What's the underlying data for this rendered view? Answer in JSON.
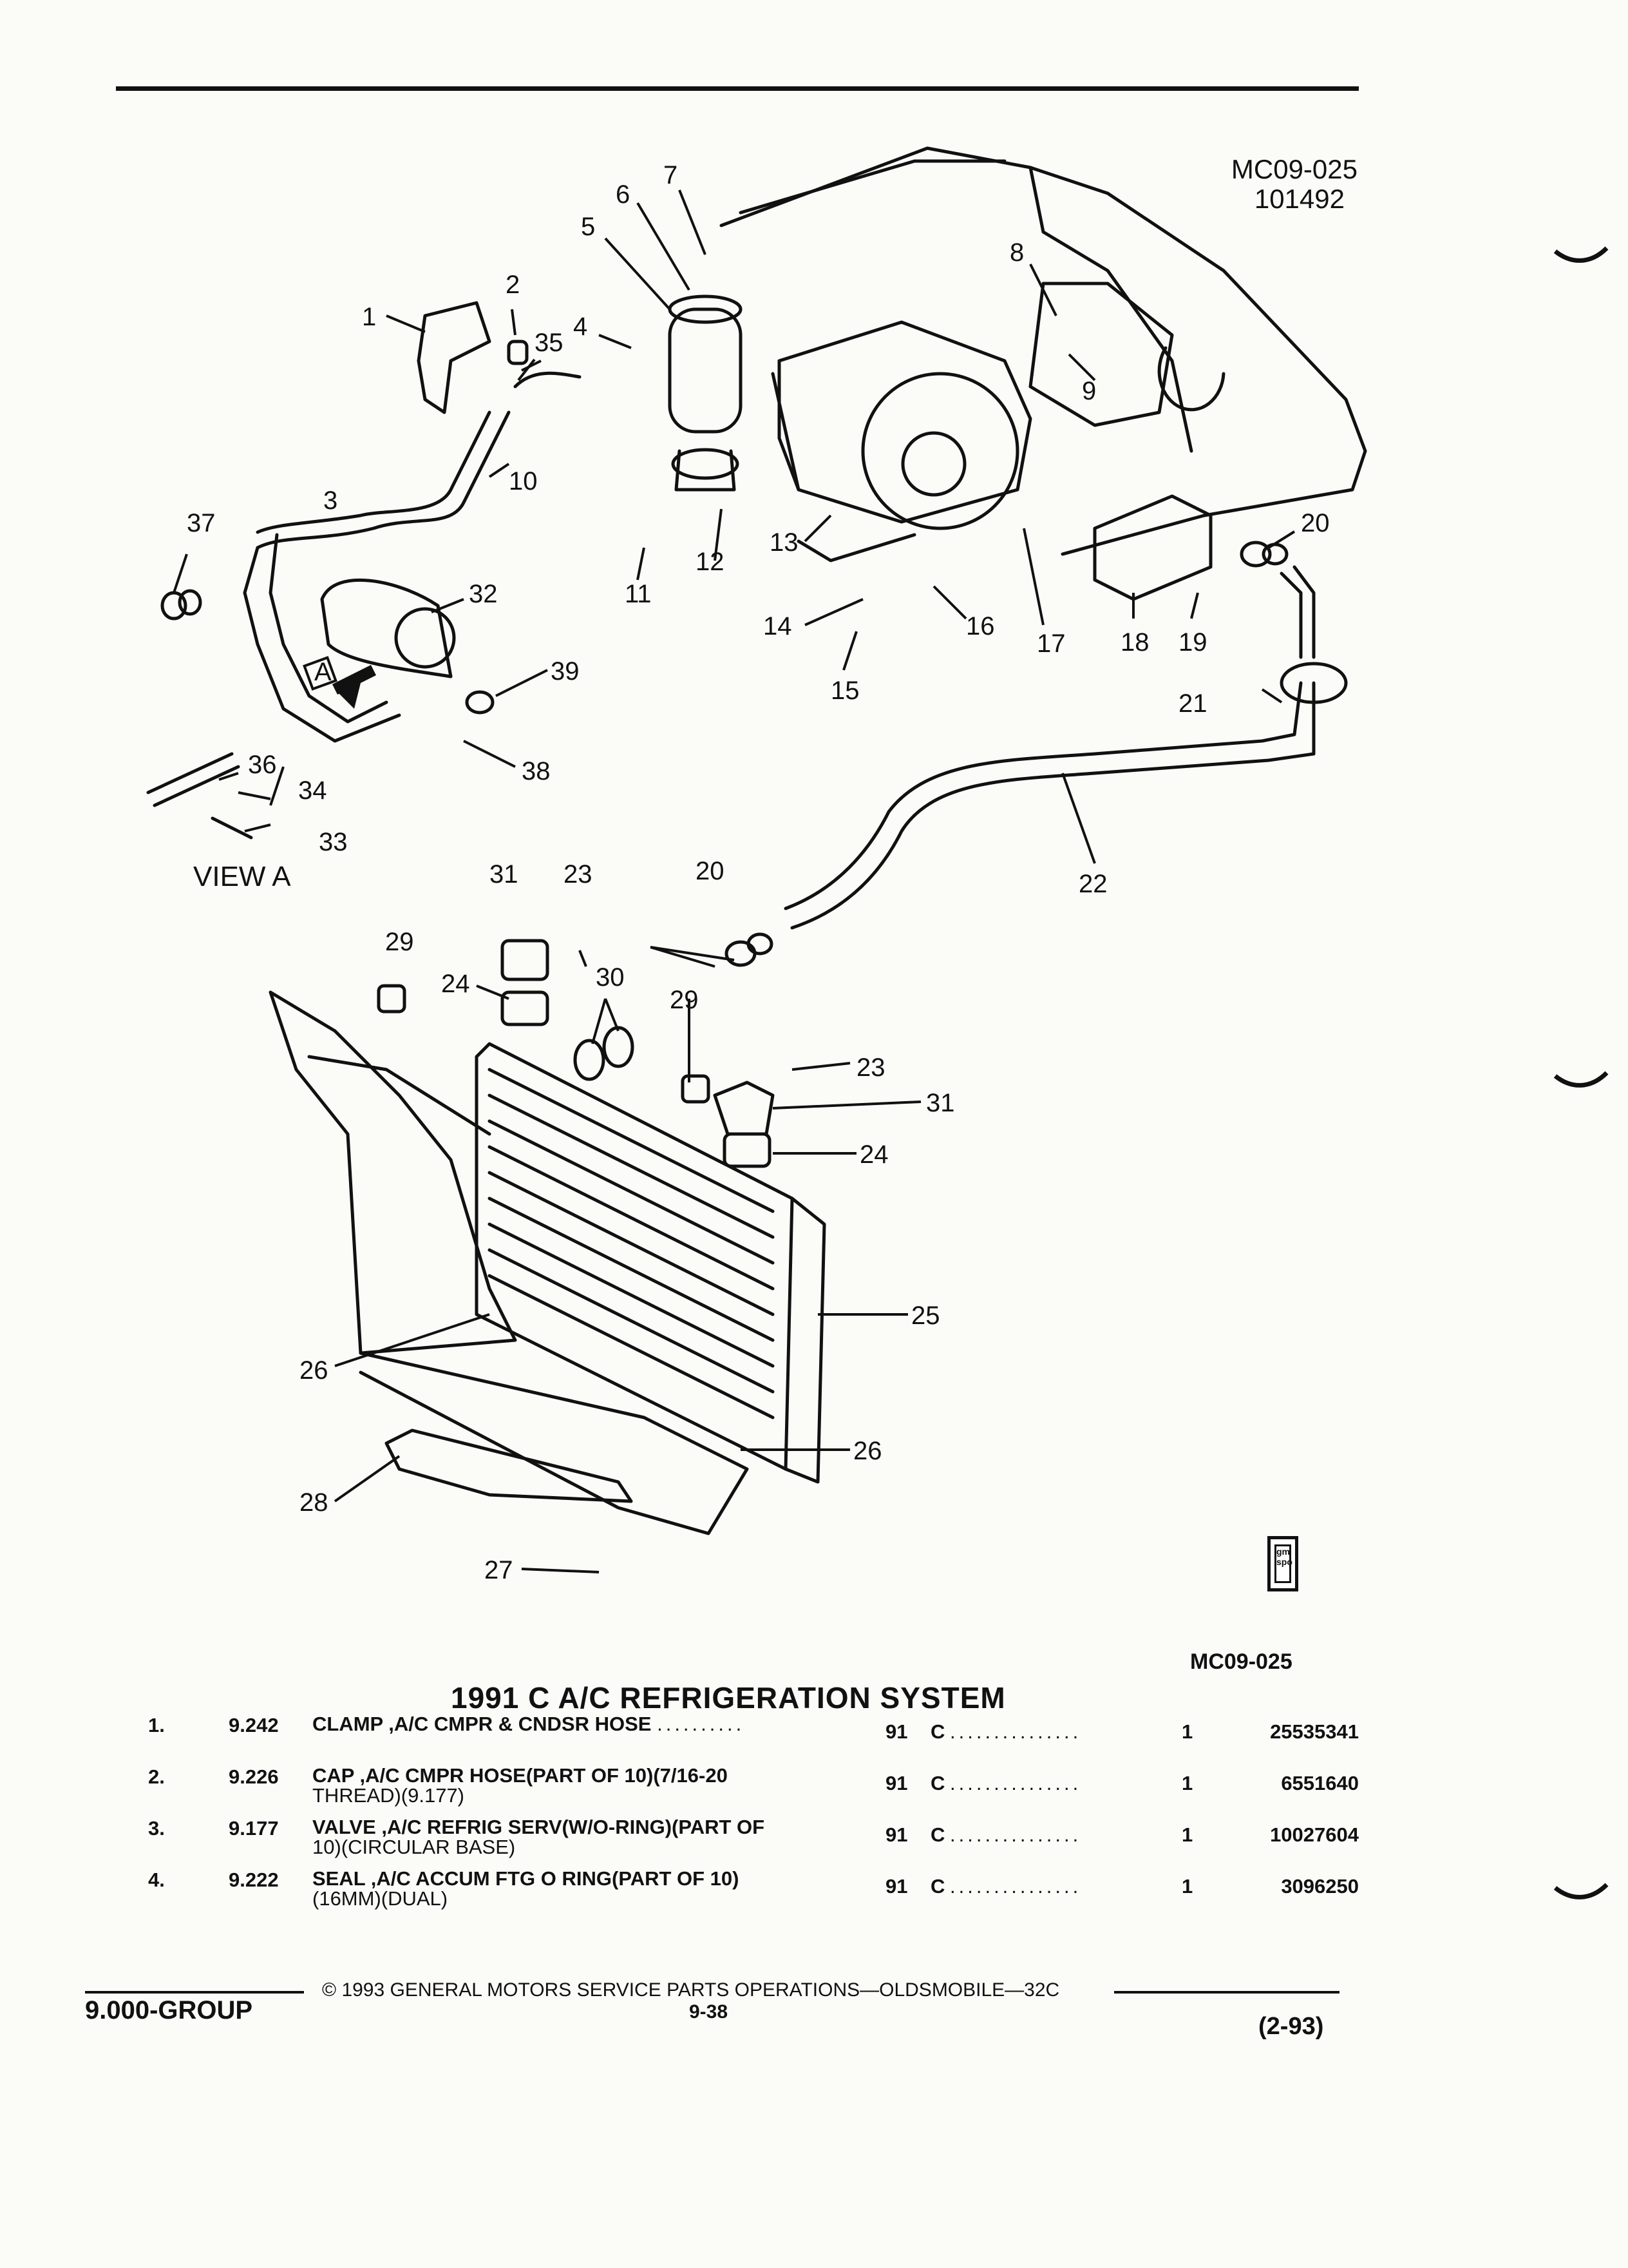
{
  "header": {
    "figure_code": "MC09-025",
    "figure_date": "101492"
  },
  "diagram": {
    "view_label": "VIEW A",
    "view_marker": "A",
    "callouts": [
      "1",
      "2",
      "3",
      "4",
      "5",
      "6",
      "7",
      "8",
      "9",
      "10",
      "11",
      "12",
      "13",
      "14",
      "15",
      "16",
      "17",
      "18",
      "19",
      "20",
      "20",
      "21",
      "22",
      "23",
      "23",
      "24",
      "24",
      "25",
      "26",
      "26",
      "27",
      "28",
      "29",
      "29",
      "30",
      "31",
      "31",
      "32",
      "33",
      "34",
      "35",
      "36",
      "37",
      "38",
      "39"
    ]
  },
  "logo": {
    "text": "gm spo"
  },
  "figure_ref": "MC09-025",
  "section_title": "1991 C A/C REFRIGERATION SYSTEM",
  "parts": [
    {
      "num": "1.",
      "group": "9.242",
      "desc": "CLAMP ,A/C CMPR & CNDSR HOSE",
      "desc_cont": "",
      "year": "91",
      "series": "C",
      "qty": "1",
      "part_no": "25535341"
    },
    {
      "num": "2.",
      "group": "9.226",
      "desc": "CAP ,A/C CMPR HOSE(PART OF 10)(7/16-20",
      "desc_cont": "THREAD)(9.177)",
      "year": "91",
      "series": "C",
      "qty": "1",
      "part_no": "6551640"
    },
    {
      "num": "3.",
      "group": "9.177",
      "desc": "VALVE ,A/C REFRIG SERV(W/O-RING)(PART OF",
      "desc_cont": "10)(CIRCULAR BASE)",
      "year": "91",
      "series": "C",
      "qty": "1",
      "part_no": "10027604"
    },
    {
      "num": "4.",
      "group": "9.222",
      "desc": "SEAL ,A/C ACCUM FTG O RING(PART OF 10)",
      "desc_cont": "(16MM)(DUAL)",
      "year": "91",
      "series": "C",
      "qty": "1",
      "part_no": "3096250"
    }
  ],
  "footer": {
    "group": "9.000-GROUP",
    "copyright": "© 1993 GENERAL MOTORS SERVICE PARTS OPERATIONS—OLDSMOBILE—32C",
    "page": "9-38",
    "date": "(2-93)"
  }
}
